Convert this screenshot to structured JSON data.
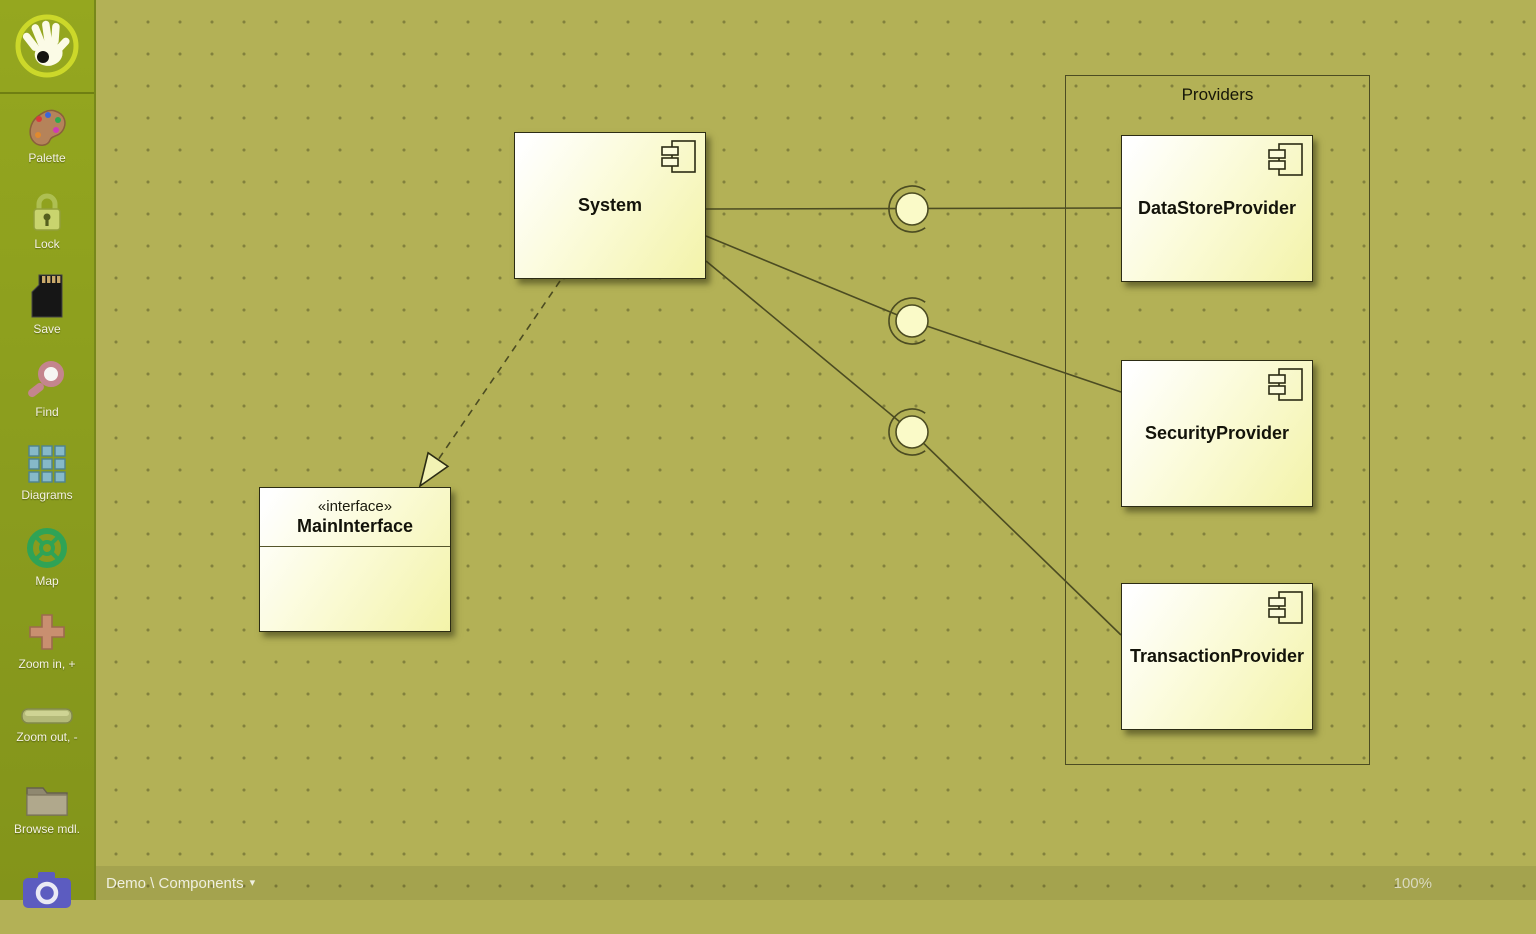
{
  "app": {
    "logo": "hand-logo",
    "canvas_grid": "dotted"
  },
  "sidebar": {
    "items": [
      {
        "id": "palette",
        "icon": "palette-icon",
        "label": "Palette"
      },
      {
        "id": "lock",
        "icon": "lock-icon",
        "label": "Lock"
      },
      {
        "id": "save",
        "icon": "save-icon",
        "label": "Save"
      },
      {
        "id": "find",
        "icon": "find-icon",
        "label": "Find"
      },
      {
        "id": "diagrams",
        "icon": "diagrams-icon",
        "label": "Diagrams"
      },
      {
        "id": "map",
        "icon": "map-icon",
        "label": "Map"
      },
      {
        "id": "zoom-in",
        "icon": "zoom-in-icon",
        "label": "Zoom in, +"
      },
      {
        "id": "zoom-out",
        "icon": "zoom-out-icon",
        "label": "Zoom out, -"
      },
      {
        "id": "browse-mdl",
        "icon": "folder-icon",
        "label": "Browse mdl."
      },
      {
        "id": "screenshot",
        "icon": "camera-icon",
        "label": ""
      }
    ]
  },
  "statusbar": {
    "breadcrumb": "Demo \\ Components",
    "dropdown_icon": "▾",
    "zoom_level": "100%"
  },
  "diagram": {
    "package": "Providers",
    "components": [
      {
        "name": "System"
      },
      {
        "name": "DataStoreProvider"
      },
      {
        "name": "SecurityProvider"
      },
      {
        "name": "TransactionProvider"
      }
    ],
    "interface": {
      "stereotype": "«interface»",
      "name": "MainInterface"
    },
    "connections": [
      {
        "from": "System",
        "to": "DataStoreProvider",
        "type": "ball-and-socket"
      },
      {
        "from": "System",
        "to": "SecurityProvider",
        "type": "ball-and-socket"
      },
      {
        "from": "System",
        "to": "TransactionProvider",
        "type": "ball-and-socket"
      },
      {
        "from": "System",
        "to": "MainInterface",
        "type": "dashed-dependency-arrow"
      }
    ],
    "colors": {
      "canvas": "#b3b156",
      "sidebar": "#8a9c1e",
      "box_fill": "#f7f7bc",
      "box_border": "#2c2c14",
      "wire": "#4c4c22",
      "ball_fill": "#fafac8"
    }
  }
}
